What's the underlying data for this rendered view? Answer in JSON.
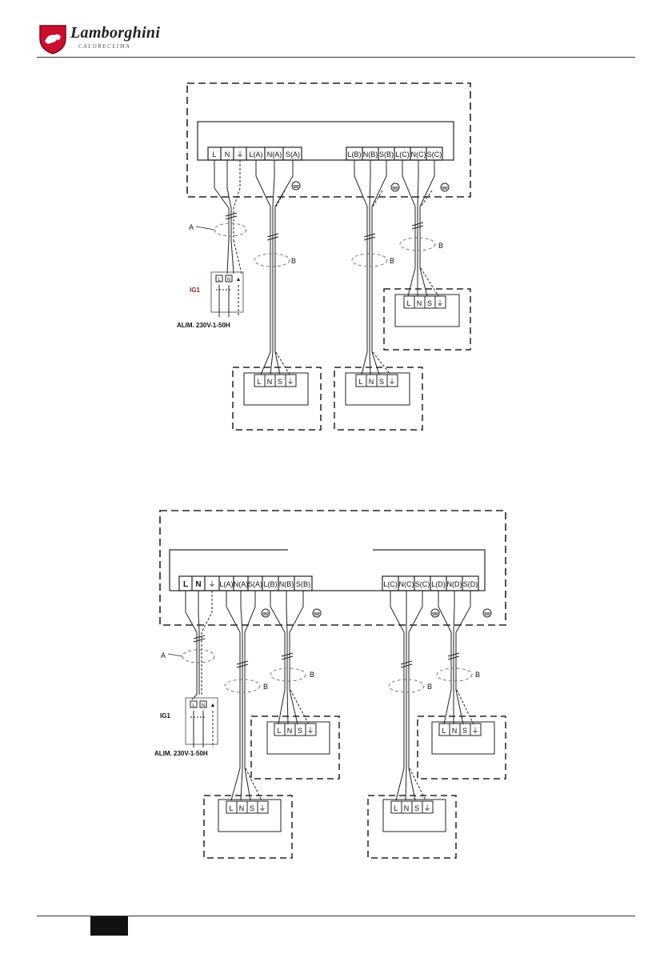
{
  "header": {
    "brand": "Lamborghini",
    "brand_sub": "CALORECLIMA"
  },
  "diagram1": {
    "terminals": [
      "L",
      "N",
      "⏚",
      "L(A)",
      "N(A)",
      "S(A)",
      "L(B)",
      "N(B)",
      "S(B)",
      "L(C)",
      "N(C)",
      "S(C)"
    ],
    "label_a": "A",
    "label_b": "B",
    "ig": "IG1",
    "supply": "ALIM. 230V-1-50H",
    "breaker_terms": [
      "L",
      "N",
      "▲"
    ],
    "unit_terms": [
      "L",
      "N",
      "S",
      "⏚"
    ]
  },
  "diagram2": {
    "terminals": [
      "L",
      "N",
      "⏚",
      "L(A)",
      "N(A)",
      "S(A)",
      "L(B)",
      "N(B)",
      "S(B)",
      "L(C)",
      "N(C)",
      "S(C)",
      "L(D)",
      "N(D)",
      "S(D)"
    ],
    "label_a": "A",
    "label_b": "B",
    "ig": "IG1",
    "supply": "ALIM. 230V-1-50H",
    "breaker_terms": [
      "L",
      "N",
      "▲"
    ],
    "unit_terms": [
      "L",
      "N",
      "S",
      "⏚"
    ]
  }
}
